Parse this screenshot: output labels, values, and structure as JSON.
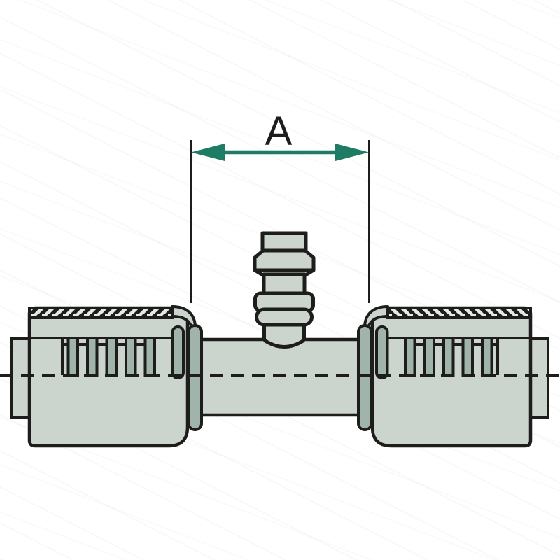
{
  "figure": {
    "dimension_label": "A",
    "kind": "technical line drawing",
    "subject": "hose splice fitting with two crimped ferrules and a center service port; dimension A spans between the inner ends of the crimp shells"
  },
  "colors": {
    "background": "#ffffff",
    "outline": "#1d1d1b",
    "fill_light": "#ccd4ce",
    "fill_dark": "#a0b4ab",
    "band_light": "#e6eae6",
    "accent_teal": "#1e7b64"
  },
  "parts": [
    "left-hose-stub",
    "left-crimp-ferrule",
    "crimp-teeth",
    "ferrule-hatch-band",
    "ferrule-rolled-edge",
    "bead-ring-small",
    "bead-ring-large",
    "center-tube",
    "service-port",
    "right-crimp-ferrule",
    "right-hose-stub",
    "centerline",
    "dimension-extension-lines",
    "dimension-arrow"
  ]
}
